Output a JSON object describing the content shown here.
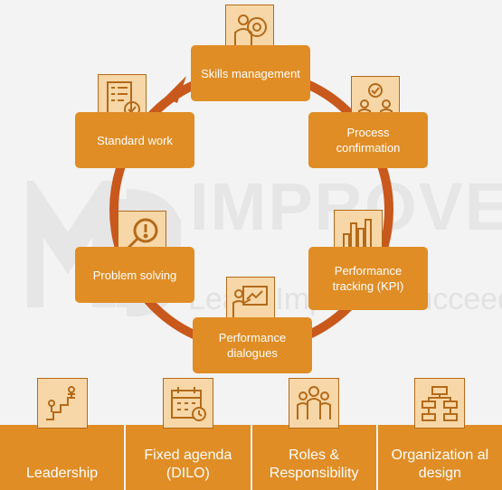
{
  "watermark": {
    "brand": "IMPROVE",
    "tagline": "Learn Improve Succeed"
  },
  "colors": {
    "accent": "#e08d26",
    "ring": "#c9581c",
    "icon_bg": "#f7d7a7",
    "background": "#f3f3f3"
  },
  "cycle": {
    "steps": [
      {
        "label": "Skills management",
        "icon": "skills-gear-person-icon"
      },
      {
        "label": "Process confirmation",
        "icon": "confirmation-people-check-icon"
      },
      {
        "label": "Performance tracking (KPI)",
        "icon": "kpi-bar-chart-icon"
      },
      {
        "label": "Performance dialogues",
        "icon": "presentation-board-icon"
      },
      {
        "label": "Problem solving",
        "icon": "magnifier-exclamation-icon"
      },
      {
        "label": "Standard work",
        "icon": "checklist-icon"
      }
    ]
  },
  "foundation": {
    "items": [
      {
        "label": "Leadership",
        "icon": "leadership-stairs-icon"
      },
      {
        "label": "Fixed agenda (DILO)",
        "icon": "calendar-clock-icon"
      },
      {
        "label": "Roles & Responsibility",
        "icon": "team-people-icon"
      },
      {
        "label": "Organization al design",
        "icon": "org-chart-icon"
      }
    ]
  }
}
